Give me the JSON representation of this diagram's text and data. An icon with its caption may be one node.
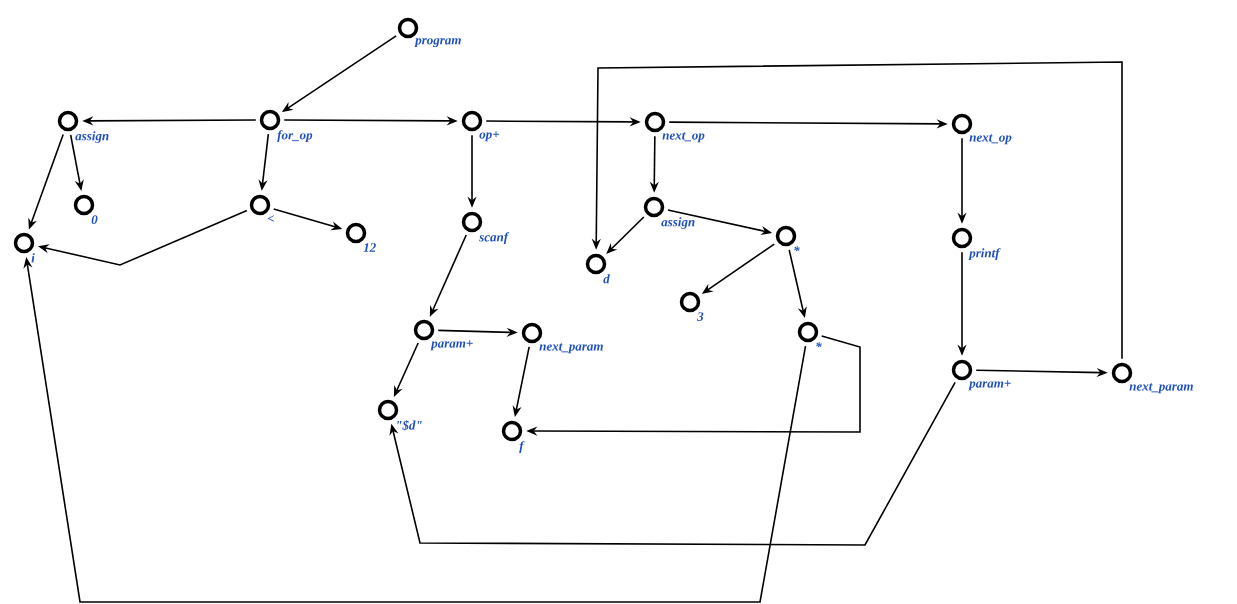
{
  "diagram": {
    "nodes": [
      {
        "text": [],
        "shape": "circle",
        "beside": [
          "program"
        ]
      },
      {
        "text": [],
        "shape": "circle",
        "beside": [
          "assign"
        ]
      },
      {
        "text": [],
        "shape": "circle",
        "beside": [
          "for_op"
        ]
      },
      {
        "text": [],
        "shape": "circle",
        "beside": [
          "op+"
        ]
      },
      {
        "text": [],
        "shape": "circle",
        "beside": [
          "next_op"
        ]
      },
      {
        "text": [],
        "shape": "circle",
        "beside": [
          "next_op"
        ]
      },
      {
        "text": [],
        "shape": "circle",
        "beside": [
          "0"
        ]
      },
      {
        "text": [],
        "shape": "circle",
        "beside": [
          "<"
        ]
      },
      {
        "text": [],
        "shape": "circle",
        "beside": [
          "12"
        ]
      },
      {
        "text": [],
        "shape": "circle",
        "beside": [
          "i"
        ]
      },
      {
        "text": [],
        "shape": "circle",
        "beside": [
          "scanf"
        ]
      },
      {
        "text": [],
        "shape": "circle",
        "beside": [
          "d"
        ]
      },
      {
        "text": [],
        "shape": "circle",
        "beside": [
          "assign"
        ]
      },
      {
        "text": [],
        "shape": "circle",
        "beside": [
          "*"
        ]
      },
      {
        "text": [],
        "shape": "circle",
        "beside": [
          "printf"
        ]
      },
      {
        "text": [],
        "shape": "circle",
        "beside": [
          "3"
        ]
      },
      {
        "text": [],
        "shape": "circle",
        "beside": [
          "param+"
        ]
      },
      {
        "text": [],
        "shape": "circle",
        "beside": [
          "next_param"
        ]
      },
      {
        "text": [],
        "shape": "circle",
        "beside": [
          "*"
        ]
      },
      {
        "text": [],
        "shape": "circle",
        "beside": [
          "param+"
        ]
      },
      {
        "text": [],
        "shape": "circle",
        "beside": [
          "next_param"
        ]
      },
      {
        "text": [],
        "shape": "circle",
        "beside": [
          "\"$d\""
        ]
      },
      {
        "text": [],
        "shape": "circle",
        "beside": [
          "f"
        ]
      }
    ],
    "edges": [
      {
        "from": 0,
        "to": 2,
        "arrow": "to"
      },
      {
        "from": 2,
        "to": 1,
        "arrow": "to"
      },
      {
        "from": 2,
        "to": 3,
        "arrow": "to"
      },
      {
        "from": 3,
        "to": 4,
        "arrow": "to"
      },
      {
        "from": 4,
        "to": 5,
        "arrow": "to"
      },
      {
        "from": 1,
        "to": 6,
        "arrow": "to"
      },
      {
        "from": 1,
        "to": 9,
        "arrow": "to"
      },
      {
        "from": 2,
        "to": 7,
        "arrow": "to"
      },
      {
        "from": 7,
        "to": 8,
        "arrow": "to"
      },
      {
        "from": 7,
        "to": 9,
        "arrow": "to"
      },
      {
        "from": 3,
        "to": 10,
        "arrow": "to"
      },
      {
        "from": 10,
        "to": 16,
        "arrow": "to"
      },
      {
        "from": 16,
        "to": 17,
        "arrow": "to"
      },
      {
        "from": 16,
        "to": 21,
        "arrow": "to"
      },
      {
        "from": 17,
        "to": 22,
        "arrow": "to"
      },
      {
        "from": 4,
        "to": 12,
        "arrow": "to"
      },
      {
        "from": 12,
        "to": 11,
        "arrow": "to"
      },
      {
        "from": 12,
        "to": 13,
        "arrow": "to"
      },
      {
        "from": 13,
        "to": 15,
        "arrow": "to"
      },
      {
        "from": 13,
        "to": 18,
        "arrow": "to"
      },
      {
        "from": 18,
        "to": 22,
        "arrow": "to"
      },
      {
        "from": 5,
        "to": 14,
        "arrow": "to"
      },
      {
        "from": 14,
        "to": 19,
        "arrow": "to"
      },
      {
        "from": 19,
        "to": 20,
        "arrow": "to"
      },
      {
        "from": 20,
        "to": 11,
        "arrow": "to"
      },
      {
        "from": 19,
        "to": 21,
        "arrow": "to"
      },
      {
        "from": 18,
        "to": 9,
        "arrow": "to"
      }
    ]
  }
}
